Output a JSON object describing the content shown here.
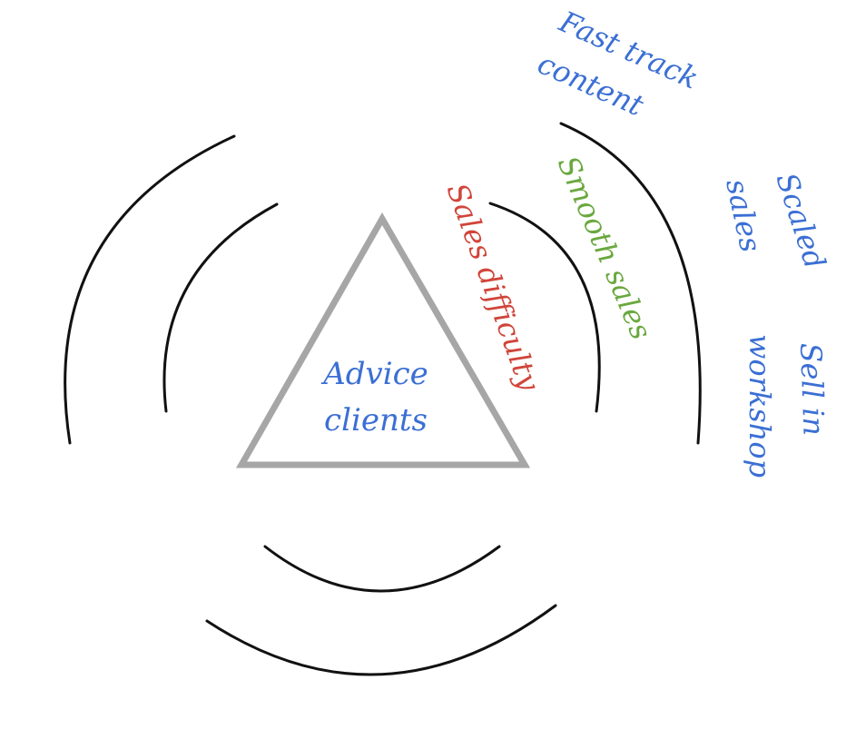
{
  "center": {
    "line1": "Advice",
    "line2": "clients"
  },
  "labels": {
    "sales_difficulty": "Sales difficulty",
    "smooth_sales": "Smooth sales",
    "fast_track_line1": "Fast track",
    "fast_track_line2": "content",
    "scaled_line1": "Scaled",
    "scaled_line2": "sales",
    "sell_in_line1": "Sell in",
    "sell_in_line2": "workshop"
  },
  "colors": {
    "blue": "#3b6fd4",
    "red": "#d0453a",
    "green": "#6aa83f",
    "arc": "#111111",
    "triangle": "#a6a6a6"
  }
}
